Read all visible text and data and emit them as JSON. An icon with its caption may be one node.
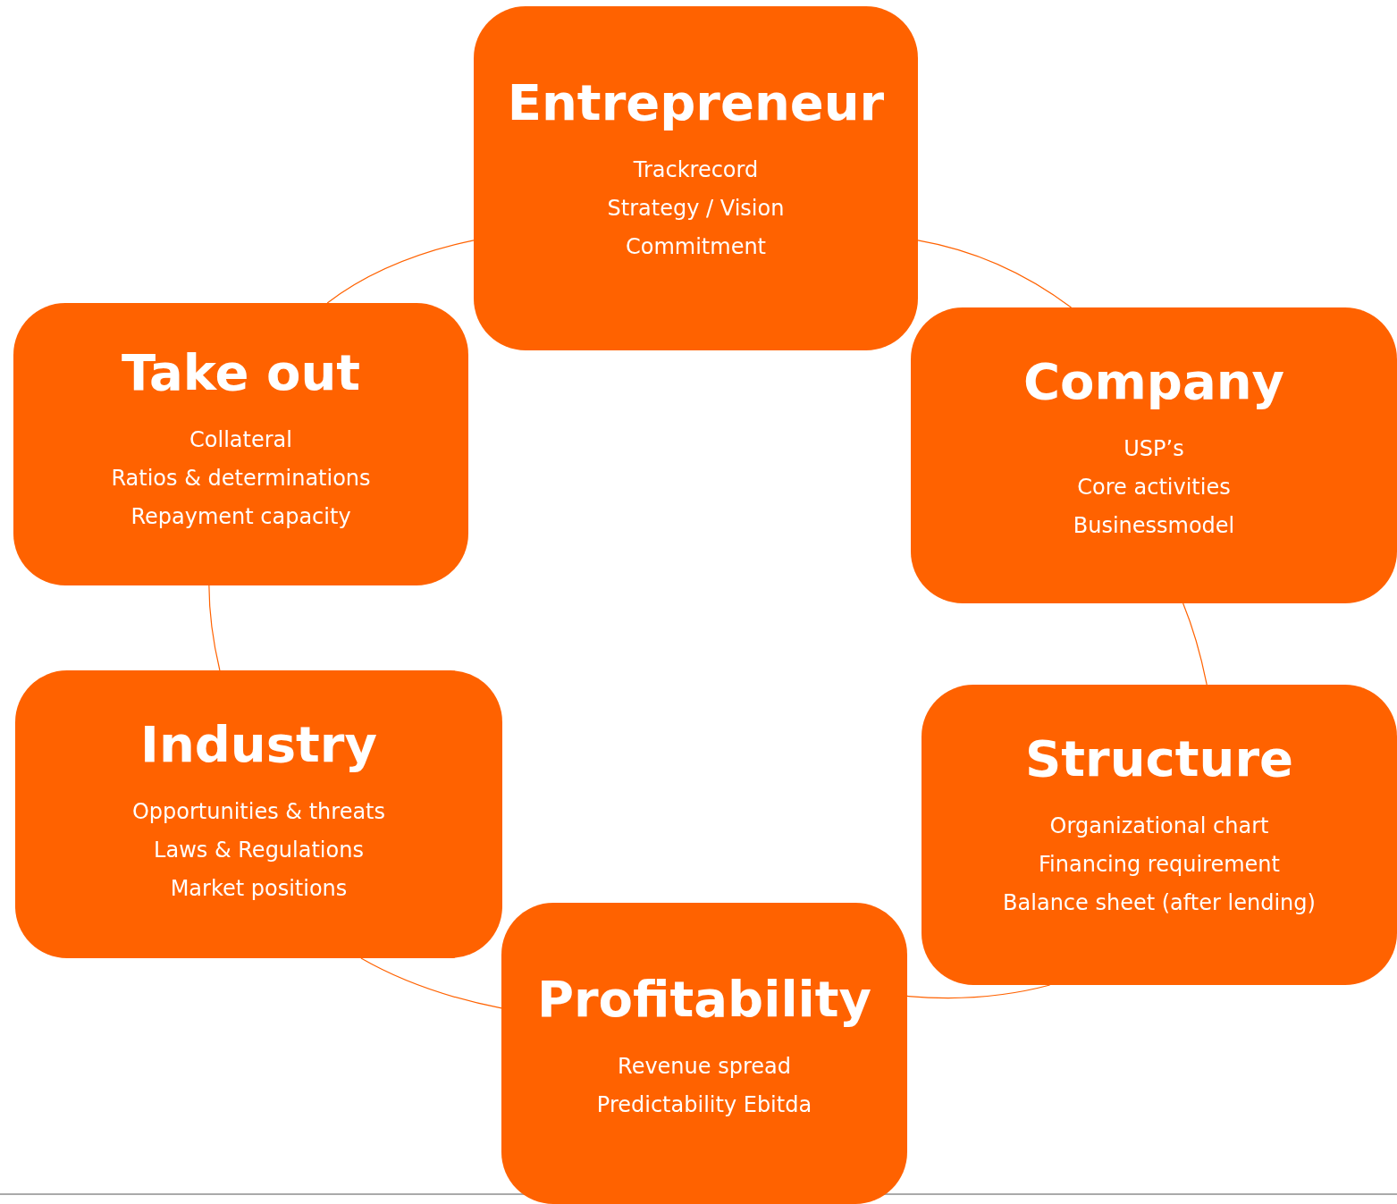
{
  "diagram": {
    "nodes": [
      {
        "text": [
          "Entrepreneur",
          "Trackrecord",
          "Strategy / Vision",
          "Commitment"
        ]
      },
      {
        "text": [
          "Company",
          "USP’s",
          "Core activities",
          "Businessmodel"
        ]
      },
      {
        "text": [
          "Structure",
          "Organizational chart",
          "Financing requirement",
          "Balance sheet (after lending)"
        ]
      },
      {
        "text": [
          "Profitability",
          "Revenue spread",
          "Predictability Ebitda"
        ]
      },
      {
        "text": [
          "Industry",
          "Opportunities & threats",
          "Laws & Regulations",
          "Market positions"
        ]
      },
      {
        "text": [
          "Take out",
          "Collateral",
          "Ratios & determinations",
          "Repayment capacity"
        ]
      }
    ],
    "edges": [
      {
        "from": 0,
        "to": 1,
        "arrow": "none"
      },
      {
        "from": 1,
        "to": 2,
        "arrow": "none"
      },
      {
        "from": 2,
        "to": 3,
        "arrow": "none"
      },
      {
        "from": 3,
        "to": 4,
        "arrow": "none"
      },
      {
        "from": 4,
        "to": 5,
        "arrow": "none"
      },
      {
        "from": 5,
        "to": 0,
        "arrow": "none"
      }
    ]
  }
}
